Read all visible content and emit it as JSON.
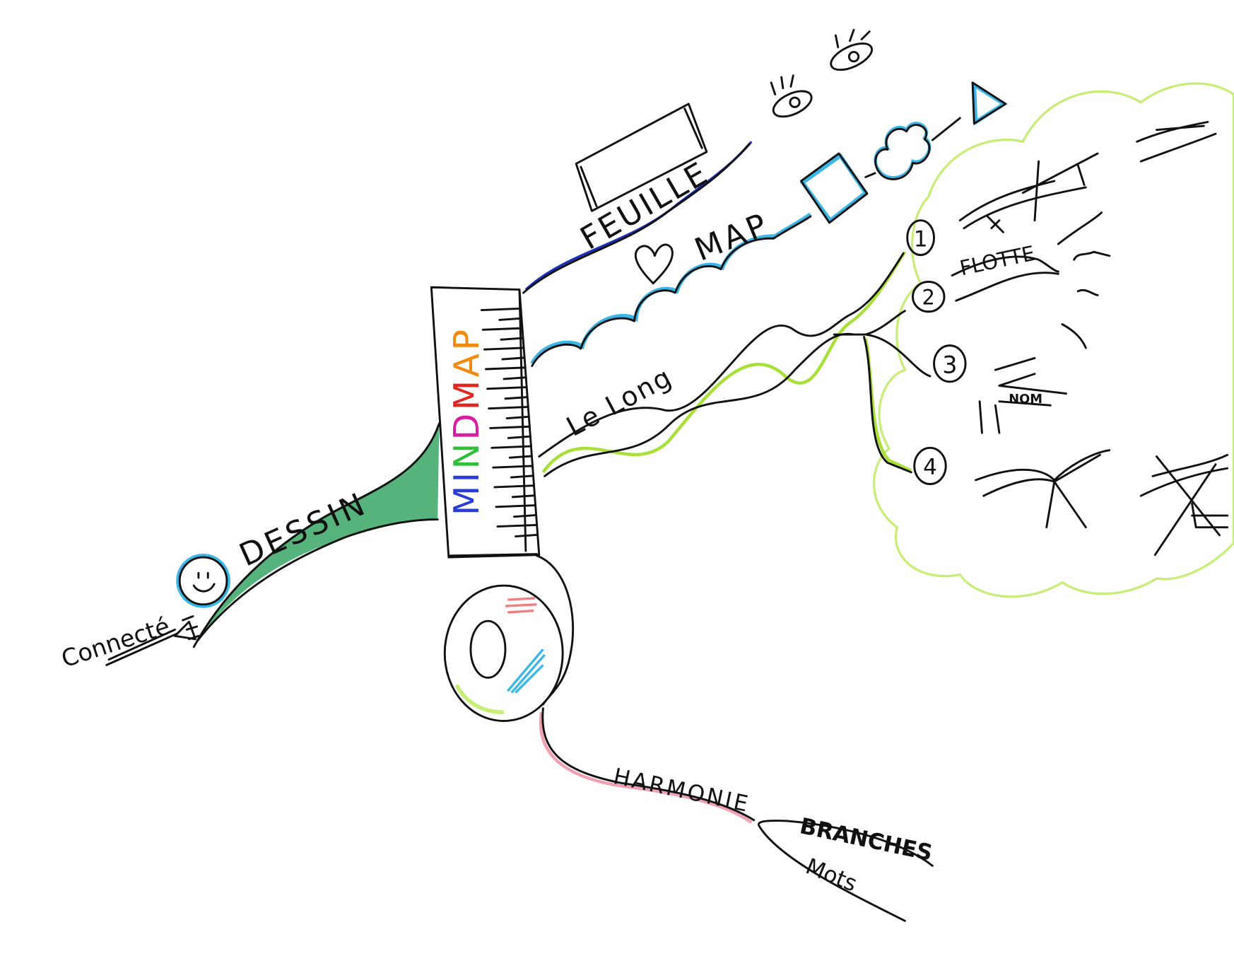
{
  "center": {
    "title_letters": [
      "M",
      "I",
      "N",
      "D",
      "M",
      "A",
      "P"
    ],
    "letter_colors": [
      "#2a3cd6",
      "#2a3cd6",
      "#2fbf3a",
      "#d81ea0",
      "#e0261f",
      "#f08a10",
      "#f08a10"
    ]
  },
  "branches": {
    "feuille": {
      "label": "FEUILLE",
      "color": "#1a2fb8"
    },
    "map": {
      "label": "MAP",
      "color": "#3bb6e6"
    },
    "le_long": {
      "label": "Le Long",
      "color": "#a8e03a"
    },
    "dessin": {
      "label": "DESSIN",
      "color": "#1f9a50"
    },
    "connecte": {
      "label": "Connecté"
    },
    "harmonie": {
      "label": "HARMONIE",
      "color": "#f0a0b0"
    },
    "branches": {
      "label": "BRANCHES"
    },
    "mots": {
      "label": "Mots"
    }
  },
  "sub_nodes": {
    "numbers": [
      "1",
      "2",
      "3",
      "4"
    ],
    "flotte": "FLOTTE",
    "nom": "NOM"
  },
  "colors": {
    "cloud": "#c8ee7a",
    "ink": "#111111"
  }
}
